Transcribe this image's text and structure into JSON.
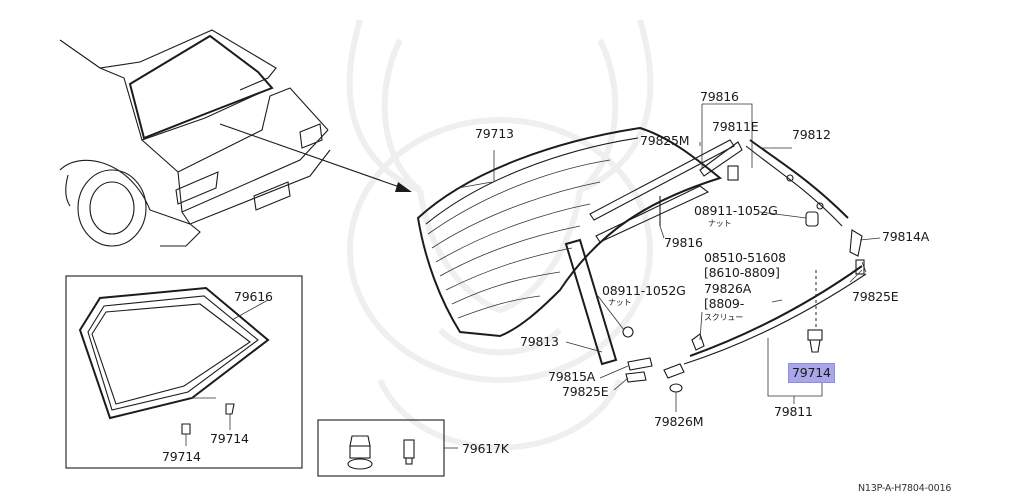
{
  "labels": {
    "p79713": "79713",
    "p79816_top": "79816",
    "p79825M": "79825M",
    "p79811E": "79811E",
    "p79812": "79812",
    "p08911_a": "08911-1052G",
    "nut_a": "ナット",
    "p79814A": "79814A",
    "p79816_mid": "79816",
    "p08510": "08510-51608",
    "r8610": "[8610-8809]",
    "p79826A": "79826A",
    "r8809": "[8809-",
    "screw": "スクリュー",
    "p08911_b": "08911-1052G",
    "nut_b": "ナット",
    "p79825E_r": "79825E",
    "p79813": "79813",
    "p79714_hl": "79714",
    "p79815A": "79815A",
    "p79825E_b": "79825E",
    "p79826M": "79826M",
    "p79811": "79811",
    "p79616": "79616",
    "p79714_a": "79714",
    "p79714_b": "79714",
    "p79617K": "79617K",
    "code": "N13P-A-H7804-0016"
  }
}
